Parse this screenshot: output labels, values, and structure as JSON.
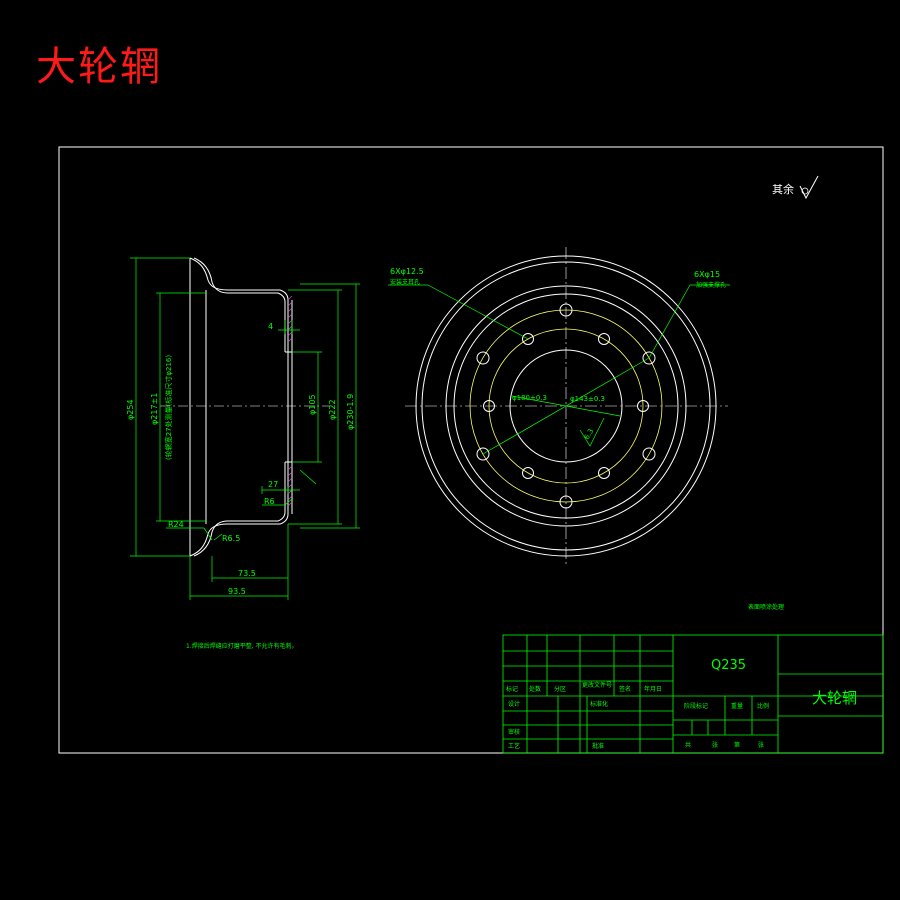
{
  "page": {
    "title": "大轮辋"
  },
  "surface_note": "其余",
  "side_view": {
    "labels": {
      "phi254": "φ254",
      "phi217": "φ217±1",
      "rim_note": "(轮辋宽27处测量(标准尺寸φ216)",
      "w4": "4",
      "phi105": "φ105",
      "phi222": "φ222",
      "phi230": "φ230-1.9",
      "w27": "27",
      "r6": "R6",
      "r24": "R24",
      "r65": "R6.5",
      "w735": "73.5",
      "w935": "93.5"
    }
  },
  "front_view": {
    "labels": {
      "hole_left": "6Xφ12.5",
      "hole_left_note": "安装支耳孔",
      "hole_right": "6Xφ15",
      "hole_right_note": "加强支撑孔",
      "pcd1": "φ180±0.3",
      "pcd2": "φ143±0.3",
      "roughness": "6.3"
    }
  },
  "notes": {
    "tech": "1.焊接后焊缝应打磨平整, 不允许有毛刺。",
    "treatment": "表面喷涂处理"
  },
  "title_block": {
    "material": "Q235",
    "part_name": "大轮辋",
    "row_labels": [
      "标记",
      "处数",
      "分区",
      "更改文件号",
      "签名",
      "年月日"
    ],
    "left_labels": [
      "设计",
      "审核",
      "工艺"
    ],
    "std": "标准化",
    "approve": "批准",
    "stage": "阶段标记",
    "weight": "重量",
    "scale": "比例",
    "sheet_of": "共",
    "sheet_zhang": "张",
    "sheet_di": "第",
    "sheet_zhang2": "张"
  },
  "colors": {
    "frame": "#ffffff",
    "geometry": "#ffffff",
    "dimension": "#00ff00",
    "pitch_circle": "#ffff66",
    "title": "#ff1a1a"
  }
}
